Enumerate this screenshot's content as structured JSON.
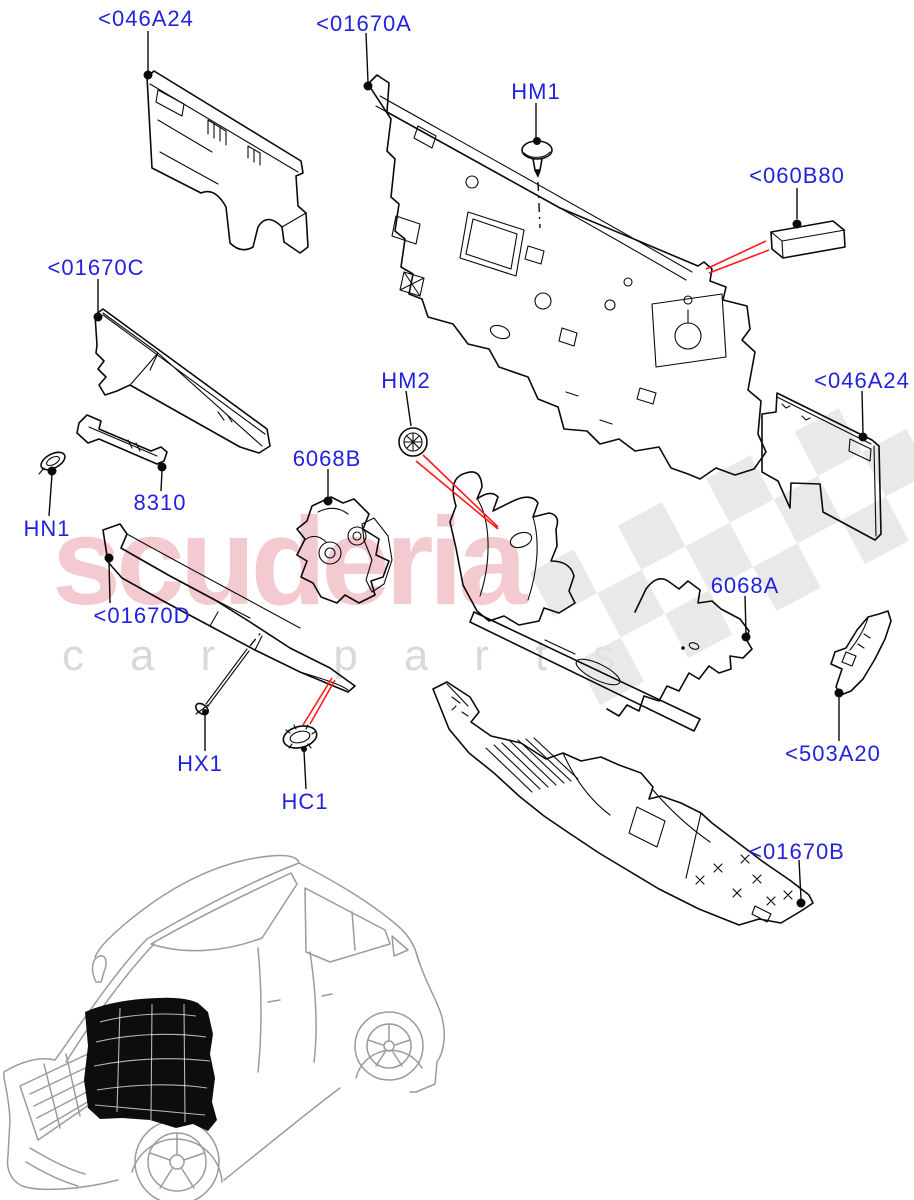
{
  "colors": {
    "background": "#ffffff",
    "label_blue": "#2222dd",
    "line_black": "#0a0a0a",
    "leader_red": "#ff1a1a",
    "car_gray": "#9b9b9b",
    "watermark_pink": "rgba(205,35,55,0.24)",
    "watermark_gray": "#d9d9d9",
    "checker_gray": "#e3e3e3",
    "highlight_black": "#0d0d0d"
  },
  "watermark": {
    "brand": "scuderia",
    "tagline": "car parts"
  },
  "callouts": [
    {
      "id": "046A24-upper-left",
      "text": "<046A24"
    },
    {
      "id": "01670A",
      "text": "<01670A"
    },
    {
      "id": "HM1",
      "text": "HM1"
    },
    {
      "id": "060B80",
      "text": "<060B80"
    },
    {
      "id": "01670C",
      "text": "<01670C"
    },
    {
      "id": "HM2",
      "text": "HM2"
    },
    {
      "id": "046A24-right",
      "text": "<046A24"
    },
    {
      "id": "6068B",
      "text": "6068B"
    },
    {
      "id": "8310",
      "text": "8310"
    },
    {
      "id": "HN1",
      "text": "HN1"
    },
    {
      "id": "01670D",
      "text": "<01670D"
    },
    {
      "id": "6068A",
      "text": "6068A"
    },
    {
      "id": "HX1",
      "text": "HX1"
    },
    {
      "id": "HC1",
      "text": "HC1"
    },
    {
      "id": "503A20",
      "text": "<503A20"
    },
    {
      "id": "01670B",
      "text": "<01670B"
    }
  ]
}
